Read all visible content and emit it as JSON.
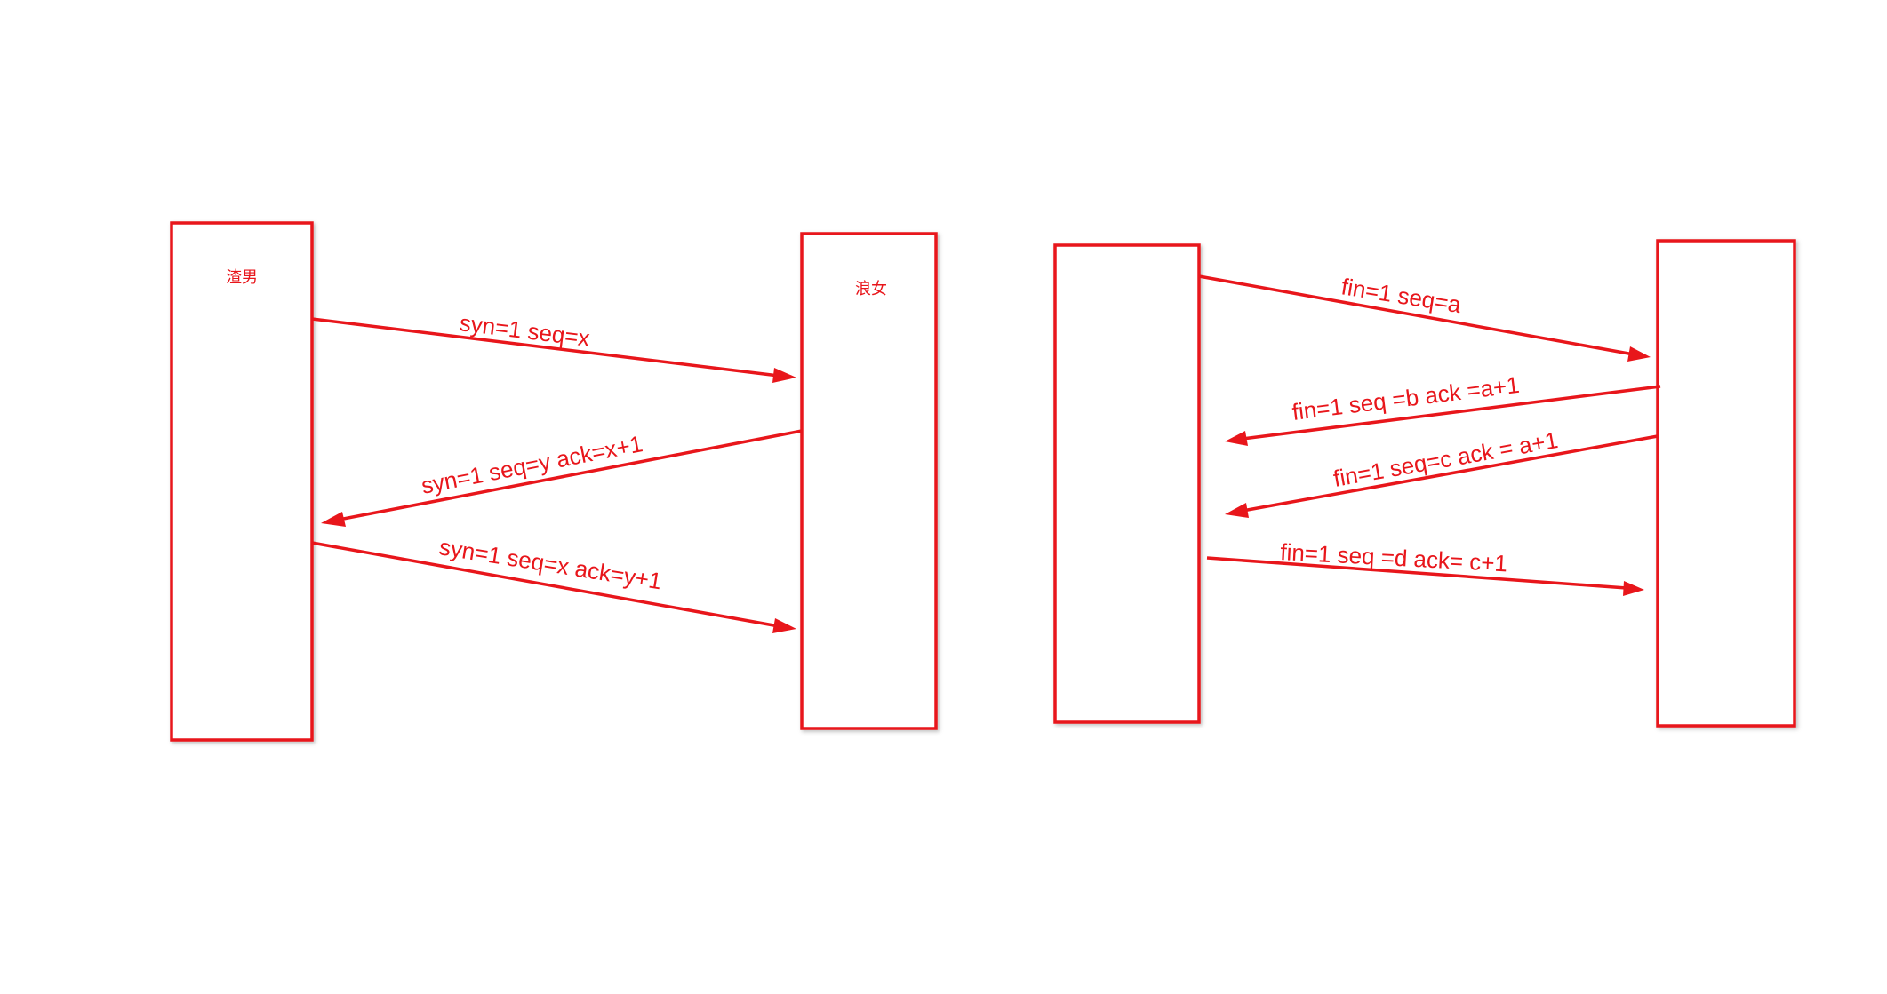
{
  "diagram": {
    "accent_color": "#e8161b",
    "handshake": {
      "left_box_label": "渣男",
      "right_box_label": "浪女",
      "msg1": "syn=1 seq=x",
      "msg2": "syn=1 seq=y ack=x+1",
      "msg3": "syn=1 seq=x ack=y+1"
    },
    "teardown": {
      "msg1": "fin=1 seq=a",
      "msg2": "fin=1 seq =b ack =a+1",
      "msg3": "fin=1 seq=c ack = a+1",
      "msg4": "fin=1 seq =d ack= c+1"
    }
  }
}
